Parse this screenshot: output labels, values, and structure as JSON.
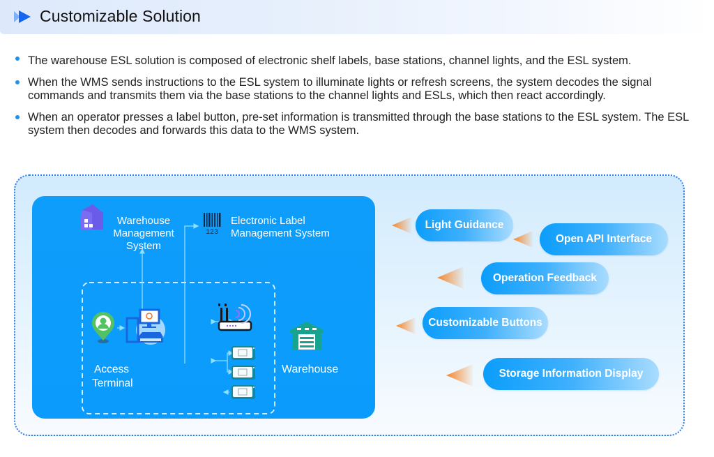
{
  "header": {
    "title": "Customizable Solution",
    "icon": "double-play-arrow-icon"
  },
  "bullets": [
    "The warehouse ESL solution is composed of electronic shelf labels, base stations, channel lights, and the ESL system.",
    "When the WMS sends instructions to the ESL system to illuminate lights or refresh screens, the system decodes the signal commands and transmits them via the base stations to the channel lights and ESLs, which then react accordingly.",
    "When an operator presses a label button, pre-set information is transmitted through the base stations to the ESL system. The ESL system then decodes and forwards this data to the WMS system."
  ],
  "diagram": {
    "wms_label_lines": [
      "Warehouse",
      "Management",
      "System"
    ],
    "elms_label_lines": [
      "Electronic Label",
      "Management System"
    ],
    "barcode_digits": "123",
    "access_terminal_lines": [
      "Access",
      "Terminal"
    ],
    "warehouse_label": "Warehouse",
    "icons": [
      "house-icon",
      "barcode-icon",
      "user-location-icon",
      "computer-terminal-icon",
      "router-icon",
      "esl-label-icon",
      "warehouse-icon"
    ]
  },
  "features": [
    {
      "label": "Light Guidance"
    },
    {
      "label": "Open API Interface"
    },
    {
      "label": "Operation Feedback"
    },
    {
      "label": "Customizable Buttons"
    },
    {
      "label": "Storage Information Display"
    }
  ],
  "colors": {
    "accent": "#0a9bfb",
    "frame_border": "#2f7ee8",
    "pointer_orange": "#f5862a",
    "bullet": "#1e8fef"
  }
}
